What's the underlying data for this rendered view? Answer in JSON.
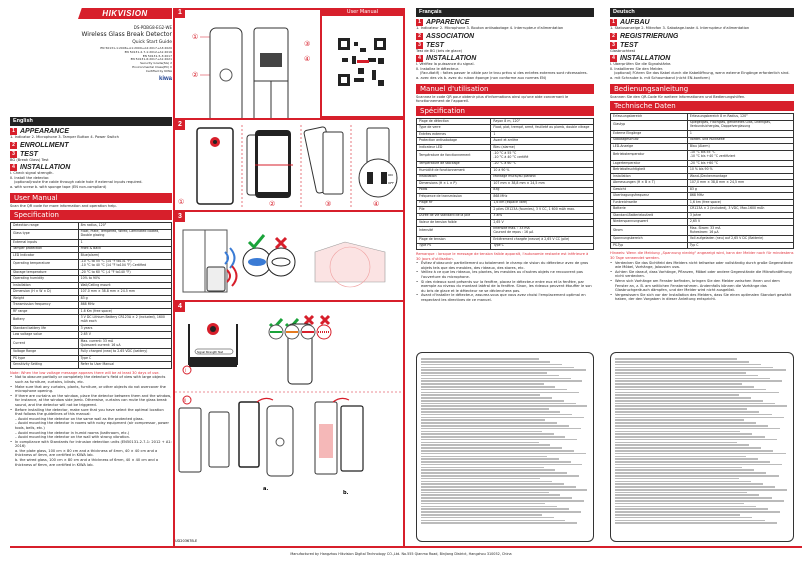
{
  "brand": "HIKVISION",
  "cover": {
    "model": "DS-PDBG8-EG2-WE",
    "title": "Wireless Glass Break Detector",
    "subtitle": "Quick Start Guide",
    "standards": [
      "EN 50131-1:2006+A1:2009+A2:2017+A3:2020",
      "EN 50131-2-7-1:2012+A1:2016",
      "EN 50131-5-3:2017",
      "EN 50131-6:2017+A1:2021",
      "Security Grade(SG) 2",
      "Environmental Class(EC) II",
      "Certified by KIWA"
    ],
    "cert_logo": "kiwa"
  },
  "en": {
    "lang": "English",
    "s1": {
      "n": "1",
      "title": "APPEARANCE",
      "text": "1. Indicator 2. Microphone 3. Tamper Button 4. Power Switch"
    },
    "s2": {
      "n": "2",
      "title": "ENROLLMENT"
    },
    "s3": {
      "n": "3",
      "title": "TEST",
      "text": "BG (Break Glass) Test"
    },
    "s4": {
      "n": "4",
      "title": "INSTALLATION",
      "lines": [
        "I. Check signal strength.",
        "II. Install the detector.",
        "(optional)route the cable through cable hole if external inputs required.",
        "a. with screw b. with sponge tape (EN non-compliant)"
      ]
    },
    "manual_title": "User Manual",
    "manual_text": "Scan the QR code for more information and operation help.",
    "spec_title": "Specification",
    "spec": [
      [
        "Detection range",
        "8m radius, 120°"
      ],
      [
        "Glass type",
        "Float, Plate, Tempered, Wired, Laminated coated, Double glazing"
      ],
      [
        "External inputs",
        "1"
      ],
      [
        "Tamper protection",
        "Front & Back"
      ],
      [
        "LED Indicator",
        "Blue(alarm)"
      ],
      [
        "Operating temperature",
        "-10 °C to 55 °C (14 °F to131 °F)\n-10 °C to 40 °C (14 °F to104 °F) Certified"
      ],
      [
        "Storage temperature",
        "-20 °C to 60 °C (-4 °F to140 °F)"
      ],
      [
        "Operating humidity",
        "10% to 90%"
      ],
      [
        "Installation",
        "Wall/Ceiling mount"
      ],
      [
        "Dimension (H × W × D)",
        "107.0 mm × 38.8 mm × 24.5 mm"
      ],
      [
        "Weight",
        "83 g"
      ],
      [
        "Transmission frequency",
        "868 MHz"
      ],
      [
        "RF range",
        "1.6 Km (free space)"
      ],
      [
        "Battery",
        "3 V DC Lithium Battery CR123A × 2 (included), 1600 mAh each"
      ],
      [
        "Standard battery life",
        "3 years"
      ],
      [
        "Low voltage value",
        "2.65 V"
      ],
      [
        "Current",
        "Max. current: 33 mA\nQuiescent current: 16 uA"
      ],
      [
        "Voltage Range",
        "Fully charged (new) to 2.65 VDC (battery)"
      ],
      [
        "PS type",
        "Type C"
      ],
      [
        "Sensitivity Setting",
        "Refer to User Manual"
      ]
    ],
    "note": "Note: When the low voltage message appears there will be at least 30 days of use.",
    "bullets": [
      "Not to obscure partially or completely the detector's field of view with large objects such as furniture, curtains, blinds, etc.",
      "Make sure that any curtains, plants, furniture, or other objects do not overcover the microphone opening.",
      "If there are curtains on the window, place the detector between them and the window, for instance, at the window side jamb. Otherwise, curtains can mute the glass break sound, and the detector will not be triggered.",
      "Before installing the detector, make sure that you have select the optimal location that follows the guidelines of this manual:\n– Avoid mounting the detector on the same wall as the protected glass.\n– Avoid mounting the detector in rooms with noisy equipment (air compressor, power tools, bells, etc.)\n– Avoid mounting the detector in humid rooms (bathroom, etc.)\n– Avoid mounting the detector on the wall with strong vibration.",
      "In compliance with Standards for intrusion detection units (EN50131-2-7-1: 2012 + A1: 2016)\na. the plate glass, 100 cm × 80 cm and a thickness of 4mm, 40 × 40 cm and a thickness of 4mm, are certified in KIWA lab.\nb. the wired glass, 100 cm × 80 cm and a thickness of 6mm, 40 × 40 cm and a thickness of 6mm, are certified in KIWA lab."
    ]
  },
  "fr": {
    "lang": "Français",
    "s1": {
      "n": "1",
      "title": "APPARENCE",
      "text": "1. Indicateur 2. Microphone 3. Bouton antisabotage 4. Interrupteur d'alimentation"
    },
    "s2": {
      "n": "2",
      "title": "ASSOCIATION"
    },
    "s3": {
      "n": "3",
      "title": "TEST",
      "text": "Test de BG (bris de glace)"
    },
    "s4": {
      "n": "4",
      "title": "INSTALLATION",
      "lines": [
        "I. Vérifiez la puissance du signal.",
        "II. Installez le détecteur.",
        "(Facultatif) : faites passer le câble par le trou prévu si des entrées externes sont nécessaires.",
        "a. avec des vis b. avec du ruban éponge (non conforme aux normes EN)"
      ]
    },
    "manual_title": "Manuel d'utilisation",
    "manual_text": "Scannez le code QR pour obtenir plus d'informations ainsi qu'une aide concernant le fonctionnement de l'appareil.",
    "spec_title": "Spécification",
    "spec": [
      [
        "Plage de détection",
        "Rayon 8 m, 120°"
      ],
      [
        "Type de verre",
        "Float, plat, trempé, armé, feuilleté au plomb, double vitrage"
      ],
      [
        "Entrées externes",
        "1"
      ],
      [
        "Protection antisabotage",
        "Avant et arrière"
      ],
      [
        "Indicateur LED",
        "Bleu (alarme)"
      ],
      [
        "Température de fonctionnement",
        "-10 °C à 55 °C\n-10 °C à 40 °C certifié"
      ],
      [
        "Température de stockage",
        "-20 °C à 60 °C"
      ],
      [
        "Humidité de fonctionnement",
        "10 à 90 %"
      ],
      [
        "Installation",
        "Montage mural/au plafond"
      ],
      [
        "Dimensions (H × L × P)",
        "107 mm × 38,8 mm × 24,5 mm"
      ],
      [
        "Poids",
        "83g"
      ],
      [
        "Fréquence de transmission",
        "868 MHz"
      ],
      [
        "Plage RF",
        "1,6 km (espace libre)"
      ],
      [
        "Pile",
        "2 piles CR123A (fournies), 3 V CC, 1 600 mAh max."
      ],
      [
        "Durée de vie standard de la pile",
        "3 ans"
      ],
      [
        "Valeur de tension faible",
        "2,65 V"
      ],
      [
        "Intensité",
        "Intensité max. : 33 mA\nCourant de repos : 16 µA"
      ],
      [
        "Plage de tension",
        "Entièrement chargée (neuve) à 2,65 V CC (pile)"
      ],
      [
        "Type PS",
        "Type C"
      ]
    ],
    "note": "Remarque : lorsque le message de tension faible apparaît, l'autonomie restante est inférieure à 30 jours d'utilisation.",
    "bullets": [
      "Évitez d'obscurcir partiellement ou totalement le champ de vision du détecteur avec de gros objets tels que des meubles, des rideaux, des stores, etc.",
      "Veillez à ce que les rideaux, les plantes, les meubles ou d'autres objets ne recouvrent pas l'ouverture du microphone.",
      "Si des rideaux sont présents sur la fenêtre, placez le détecteur entre eux et la fenêtre, par exemple au niveau du montant latéral de la fenêtre. Sinon, les rideaux peuvent étouffer le son du bris de glace et le détecteur ne se déclenchera pas.",
      "Avant d'installer le détecteur, assurez-vous que vous avez choisi l'emplacement optimal en respectant les directives de ce manuel."
    ]
  },
  "de": {
    "lang": "Deutsch",
    "s1": {
      "n": "1",
      "title": "AUFBAU",
      "text": "1. Statusanzeige 2. Mikrofon 3. Sabotage-taste 4. Interrupteur d'alimentation"
    },
    "s2": {
      "n": "2",
      "title": "REGISTRIERUNG"
    },
    "s3": {
      "n": "3",
      "title": "TEST",
      "text": "Glasbruchtest"
    },
    "s4": {
      "n": "4",
      "title": "INSTALLATION",
      "lines": [
        "I. Überprüfen Sie die Signalstärke.",
        "II. Installieren Sie den Melder.",
        "(optional) Führen Sie das Kabel durch die Kabelöffnung, wenn externe Eingänge erforderlich sind.",
        "a. mit Schraube b. mit Schaumband (nicht EN-konform)"
      ]
    },
    "manual_title": "Bedienungsanleitung",
    "manual_text": "Scannen Sie den QR-Code für weitere Informationen und Bedienungshilfen.",
    "spec_title": "Technische Daten",
    "spec": [
      [
        "Erfassungsbereich",
        "Erfassungsbereich 8 m Radius, 120°"
      ],
      [
        "Glastyp",
        "Spiegelglas, Flachglas, gehärtetes Glas, Drahtglas, Verbundsicherglas, Doppelverglasung"
      ],
      [
        "Externe Eingänge",
        "1"
      ],
      [
        "Sabotageschutz",
        "Vorder- und Rückseite"
      ],
      [
        "LED-Anzeige",
        "Blau (Alarm)"
      ],
      [
        "Betriebstemperatur",
        "-10 °C bis 55 °C\n-10 °C bis +40 °C zertifiziert"
      ],
      [
        "Lagertemperatur",
        "-20 °C bis +60 °C"
      ],
      [
        "Betriebsfeuchtigkeit",
        "10 % bis 90 %"
      ],
      [
        "Installation",
        "Wand-/Deckenmontage"
      ],
      [
        "Abmessungen (H × B × T)",
        "107,0 mm × 38,8 mm × 24,5 mm"
      ],
      [
        "Gewicht",
        "83 g"
      ],
      [
        "Übertragungsfrequenz",
        "868 MHz"
      ],
      [
        "Funkreichweite",
        "1,6 km (free space)"
      ],
      [
        "Batterie",
        "CR123A × 2 (included), 3 VDC, Max.1600 mAh"
      ],
      [
        "Standard-Batterielaufzeit",
        "3 Jahre"
      ],
      [
        "Niederspannungswert",
        "2,65 V"
      ],
      [
        "Strom",
        "Max. Strom: 33 mA\nRuhestrom: 16 µA"
      ],
      [
        "Spannungsbereich",
        "Voll aufgeladen (neu) auf 2,65 V DC (Batterie)"
      ],
      [
        "PS-Typ",
        "Typ C"
      ]
    ],
    "note": "Hinweis: Wenn die Meldung „Spannung niedrig\" angezeigt wird, kann der Melder noch für mindestens 30 Tage verwendet werden.",
    "bullets": [
      "Verdecken Sie das Sichtfeld des Melders nicht teilweise oder vollständig durch große Gegenstände wie Möbel, Vorhänge, Jalousien usw.",
      "Achten Sie darauf, dass Vorhänge, Pflanzen, Möbel oder andere Gegenstände die Mikrofonöffnung nicht verdecken.",
      "Wenn sich Vorhänge am Fenster befinden, bringen Sie den Melder zwischen ihnen und dem Fenster an, z. B. am seitlichen Fensterrahmen. Andernfalls können die Vorhänge das Glasbruchgeräusch dämpfen, und der Melder wird nicht ausgelöst.",
      "Vergewissern Sie sich vor der Installation des Melders, dass Sie einen optimalen Standort gewählt haben, der den Vorgaben in dieser Anleitung entspricht."
    ]
  },
  "figures": {
    "sections": [
      "1",
      "2",
      "3",
      "4"
    ],
    "callouts": [
      "①",
      "②",
      "③",
      "④"
    ],
    "qr_title": "User Manual",
    "switch_on": "ON",
    "switch_off": "OFF",
    "test_button": "Signal Strength Test",
    "step_labels": [
      "I",
      "II"
    ],
    "variants": [
      "a.",
      "b."
    ],
    "doc_code": "UD20367B-E"
  },
  "footer": "Manufactured by Hangzhou Hikvision Digital Technology CO.,Ltd. No.555 Qianmo Road, Binjiang District, Hangzhou 310052, China",
  "colors": {
    "accent": "#d71f2b",
    "dark": "#222222"
  }
}
